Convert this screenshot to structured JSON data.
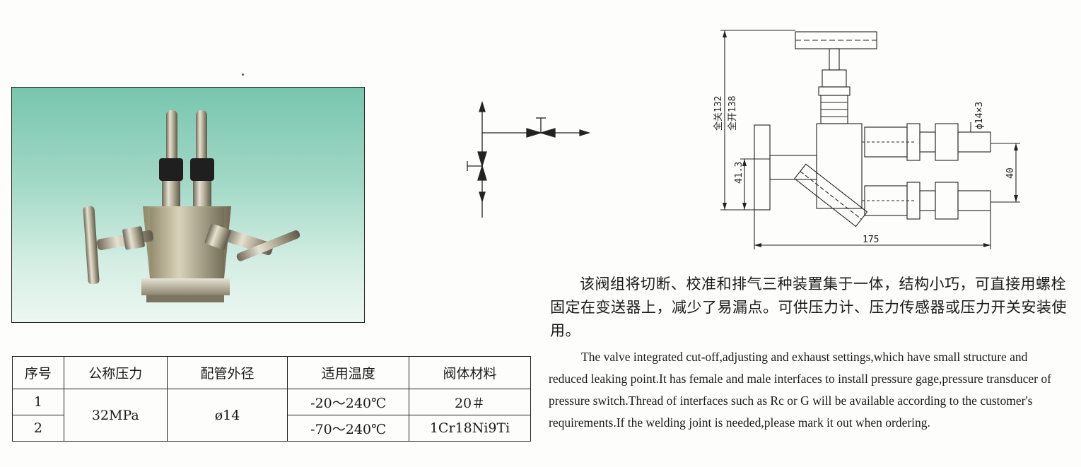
{
  "table": {
    "headers": [
      "序号",
      "公称压力",
      "配管外径",
      "适用温度",
      "阀体材料"
    ],
    "rows": [
      {
        "no": "1",
        "pressure": "32MPa",
        "diameter": "ø14",
        "temperature": "-20～240℃",
        "material": "20＃"
      },
      {
        "no": "2",
        "pressure": "32MPa",
        "diameter": "ø14",
        "temperature": "-70～240℃",
        "material": "1Cr18Ni9Ti"
      }
    ]
  },
  "drawing": {
    "dim_closed": "全关132",
    "dim_open": "全开138",
    "dim_41": "41.3",
    "dim_pipe": "ϕ14×3",
    "dim_40": "40",
    "dim_175": "175"
  },
  "description": {
    "zh": "该阀组将切断、校准和排气三种装置集于一体，结构小巧，可直接用螺栓固定在变送器上，减少了易漏点。可供压力计、压力传感器或压力开关安装使用。",
    "en": "The valve integrated cut-off,adjusting and exhaust settings,which have small structure and reduced leaking point.It has female and male interfaces to install pressure gage,pressure transducer of pressure switch.Thread of interfaces such as Rc or G will be available according to the customer's requirements.If the welding joint is needed,please mark it out when ordering."
  }
}
